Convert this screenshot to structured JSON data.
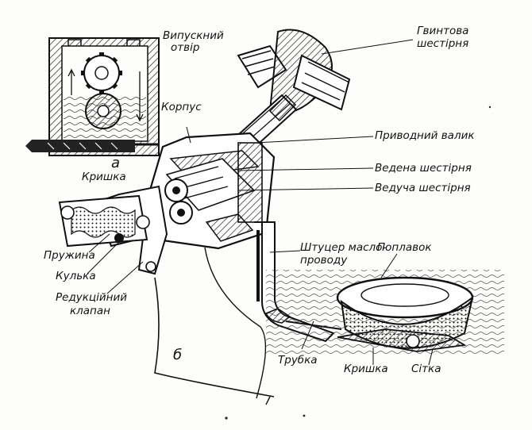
{
  "labels": {
    "vypusknyi_otvir_1": "Випускний",
    "vypusknyi_otvir_2": "отвір",
    "korpus": "Корпус",
    "gvyntova_1": "Гвинтова",
    "gvyntova_2": "шестірня",
    "pryvodnyi_valyk": "Приводний валик",
    "vedena": "Ведена шестірня",
    "veducha": "Ведуча шестірня",
    "kryshka_top": "Кришка",
    "pruzhyna": "Пружина",
    "kulka": "Кулька",
    "redukc_1": "Редукційний",
    "redukc_2": "клапан",
    "shtutser_1": "Штуцер масло-",
    "shtutser_2": "проводу",
    "poplavok": "Поплавок",
    "trubka": "Трубка",
    "kryshka_bottom": "Кришка",
    "sitka": "Сітка",
    "sub_a": "а",
    "sub_b": "б"
  }
}
